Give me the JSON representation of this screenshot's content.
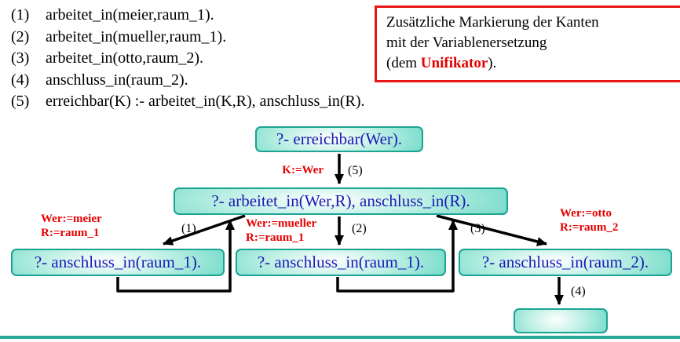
{
  "clauses": [
    {
      "num": "(1)",
      "text": "arbeitet_in(meier,raum_1)."
    },
    {
      "num": "(2)",
      "text": "arbeitet_in(mueller,raum_1)."
    },
    {
      "num": "(3)",
      "text": "arbeitet_in(otto,raum_2)."
    },
    {
      "num": "(4)",
      "text": "anschluss_in(raum_2)."
    },
    {
      "num": "(5)",
      "text": "erreichbar(K) :- arbeitet_in(K,R), anschluss_in(R)."
    }
  ],
  "note": {
    "line1": "Zusätzliche Markierung der Kanten",
    "line2": "mit der Variablenersetzung",
    "line3_prefix": "(dem ",
    "line3_highlight": "Unifikator",
    "line3_suffix": ")."
  },
  "tree": {
    "root": "?- erreichbar(Wer).",
    "goal2": "?- arbeitet_in(Wer,R), anschluss_in(R).",
    "child_left": "?- anschluss_in(raum_1).",
    "child_mid": "?- anschluss_in(raum_1).",
    "child_right": "?- anschluss_in(raum_2).",
    "success": ""
  },
  "edges": {
    "e5_unifier": "K:=Wer",
    "e5_clause": "(5)",
    "e1_unifier_1": "Wer:=meier",
    "e1_unifier_2": "R:=raum_1",
    "e1_clause": "(1)",
    "e2_unifier_1": "Wer:=mueller",
    "e2_unifier_2": "R:=raum_1",
    "e2_clause": "(2)",
    "e3_unifier_1": "Wer:=otto",
    "e3_unifier_2": "R:=raum_2",
    "e3_clause": "(3)",
    "e4_clause": "(4)"
  },
  "colors": {
    "accent_red": "#e60000",
    "note_border_red": "#e81616",
    "node_border_teal": "#1ba393",
    "node_text_blue": "#1a1ab5",
    "rule_teal": "#2aa79a"
  }
}
